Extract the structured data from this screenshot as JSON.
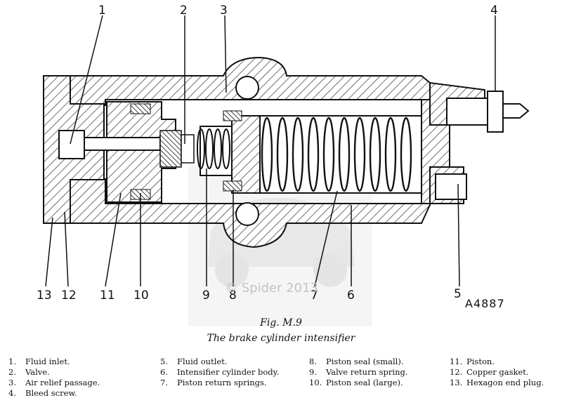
{
  "figure": {
    "number": "Fig. M.9",
    "caption": "The brake cylinder intensifier",
    "drawing_code": "A4887",
    "watermark": "© Spider 2013"
  },
  "callouts": [
    "1",
    "2",
    "3",
    "4",
    "5",
    "6",
    "7",
    "8",
    "9",
    "10",
    "11",
    "12",
    "13"
  ],
  "legend": {
    "col1": [
      {
        "num": "1.",
        "text": "Fluid inlet."
      },
      {
        "num": "2.",
        "text": "Valve."
      },
      {
        "num": "3.",
        "text": "Air relief passage."
      },
      {
        "num": "4.",
        "text": "Bleed screw."
      }
    ],
    "col2": [
      {
        "num": "5.",
        "text": "Fluid outlet."
      },
      {
        "num": "6.",
        "text": "Intensifier cylinder body."
      },
      {
        "num": "7.",
        "text": "Piston return springs."
      }
    ],
    "col3": [
      {
        "num": "8.",
        "text": "Piston seal (small)."
      },
      {
        "num": "9.",
        "text": "Valve return spring."
      },
      {
        "num": "10.",
        "text": "Piston seal (large)."
      }
    ],
    "col4": [
      {
        "num": "11.",
        "text": "Piston."
      },
      {
        "num": "12.",
        "text": "Copper gasket."
      },
      {
        "num": "13.",
        "text": "Hexagon end plug."
      }
    ]
  }
}
